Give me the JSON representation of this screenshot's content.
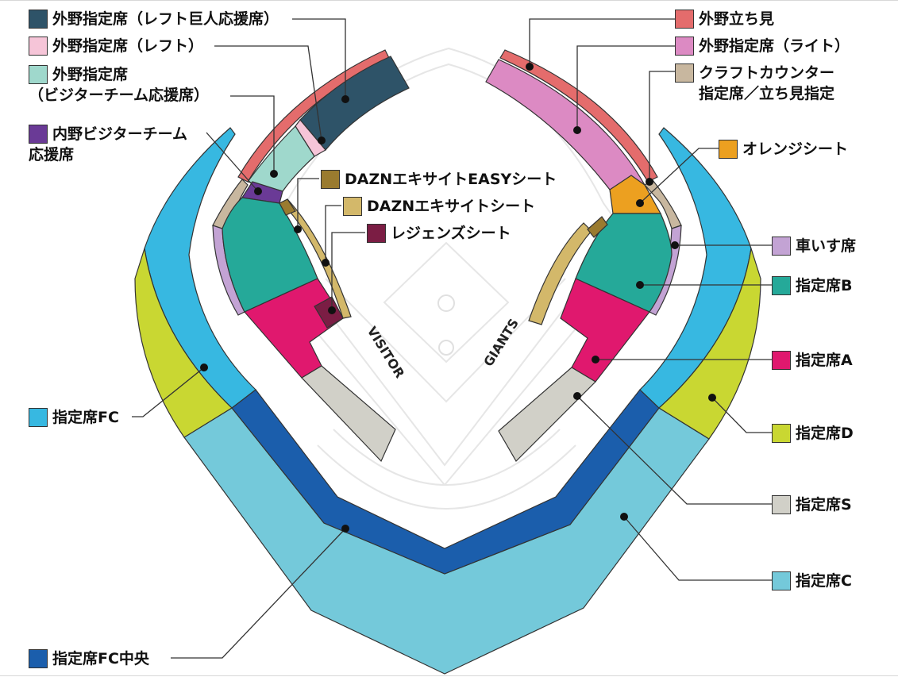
{
  "colors": {
    "outfield_giants": "#2e5368",
    "outfield_left": "#f6c5d8",
    "outfield_visitor": "#9fd8cc",
    "infield_visitor": "#6a3a96",
    "excite_easy": "#9a7b2f",
    "excite": "#d3b86a",
    "legends": "#7b1d44",
    "fc": "#37b8e1",
    "fc_center": "#1b5eac",
    "outfield_standing": "#e46c6c",
    "outfield_right": "#dc8ac3",
    "craft": "#c8b79f",
    "orange": "#eca020",
    "wheelchair": "#c3a3d4",
    "seat_b": "#25a999",
    "seat_a": "#e0186e",
    "seat_d": "#c9d732",
    "seat_s": "#d1d0c8",
    "seat_c": "#74c9da"
  },
  "legend": [
    {
      "key": "outfield_giants",
      "lines": [
        "外野指定席（レフト巨人応援席）"
      ]
    },
    {
      "key": "outfield_left",
      "lines": [
        "外野指定席（レフト）"
      ]
    },
    {
      "key": "outfield_visitor",
      "lines": [
        "外野指定席",
        "（ビジターチーム応援席）"
      ]
    },
    {
      "key": "infield_visitor",
      "lines": [
        "内野ビジターチーム",
        "応援席"
      ]
    },
    {
      "key": "excite_easy",
      "lines": [
        "DAZNエキサイトEASYシート"
      ]
    },
    {
      "key": "excite",
      "lines": [
        "DAZNエキサイトシート"
      ]
    },
    {
      "key": "legends",
      "lines": [
        "レジェンズシート"
      ]
    },
    {
      "key": "fc",
      "lines": [
        "指定席FC"
      ]
    },
    {
      "key": "fc_center",
      "lines": [
        "指定席FC中央"
      ]
    },
    {
      "key": "outfield_standing",
      "lines": [
        "外野立ち見"
      ]
    },
    {
      "key": "outfield_right",
      "lines": [
        "外野指定席（ライト）"
      ]
    },
    {
      "key": "craft",
      "lines": [
        "クラフトカウンター",
        "指定席／立ち見指定"
      ]
    },
    {
      "key": "orange",
      "lines": [
        "オレンジシート"
      ]
    },
    {
      "key": "wheelchair",
      "lines": [
        "車いす席"
      ]
    },
    {
      "key": "seat_b",
      "lines": [
        "指定席B"
      ]
    },
    {
      "key": "seat_a",
      "lines": [
        "指定席A"
      ]
    },
    {
      "key": "seat_d",
      "lines": [
        "指定席D"
      ]
    },
    {
      "key": "seat_s",
      "lines": [
        "指定席S"
      ]
    },
    {
      "key": "seat_c",
      "lines": [
        "指定席C"
      ]
    }
  ],
  "field": {
    "visitor_label": "VISITOR",
    "giants_label": "GIANTS"
  }
}
